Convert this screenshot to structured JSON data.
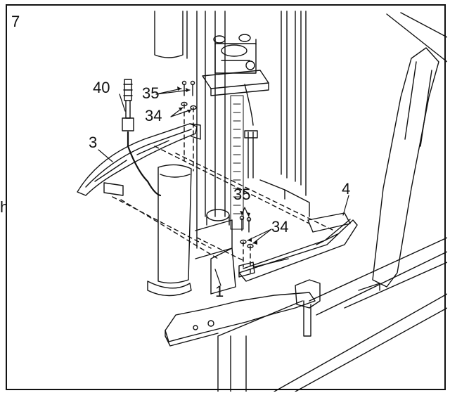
{
  "figure": {
    "step": "7",
    "margin_fragment": "h",
    "parts": {
      "p40": "40",
      "p35a": "35",
      "p34a": "34",
      "p3": "3",
      "p4": "4",
      "p35b": "35",
      "p34b": "34",
      "p1": "1"
    }
  }
}
